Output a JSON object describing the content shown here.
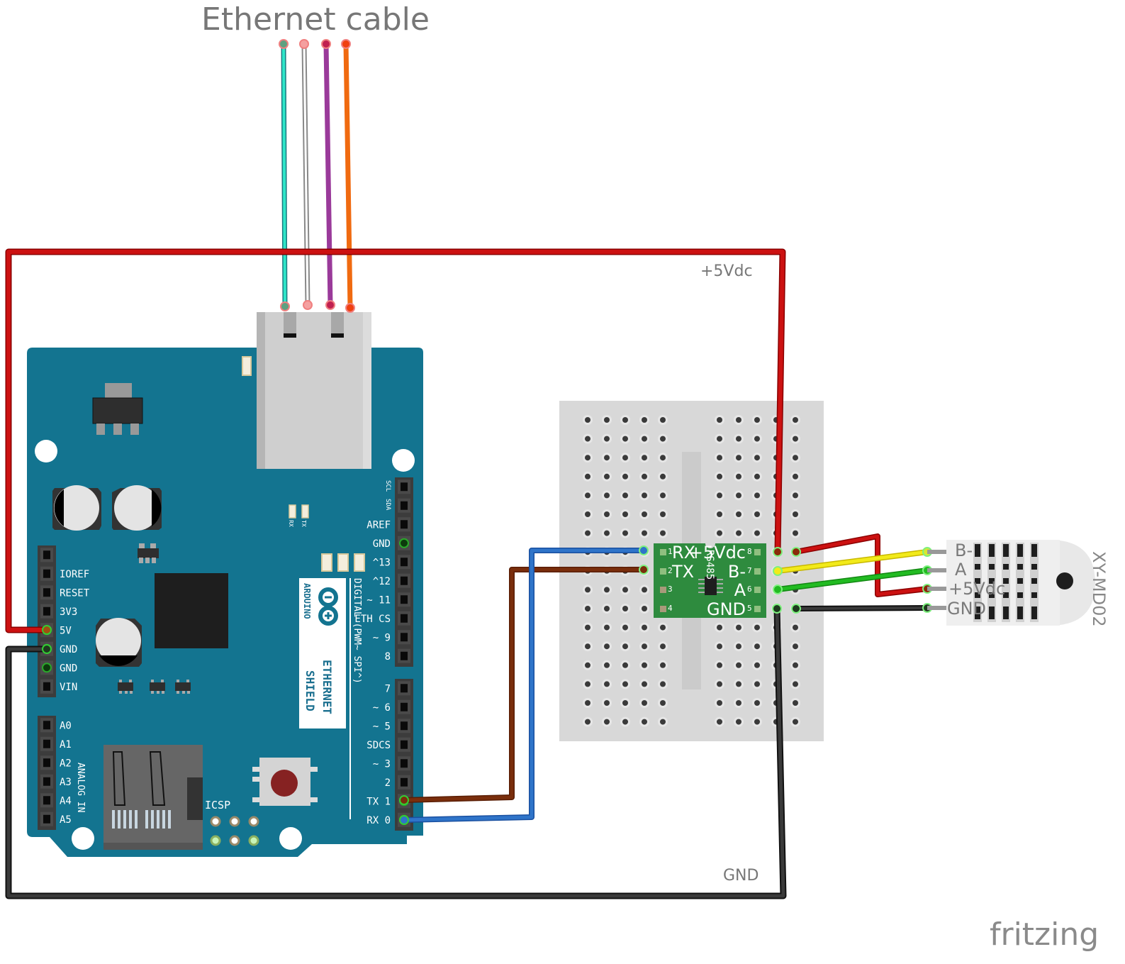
{
  "title": "Ethernet cable",
  "net_labels": {
    "power": "+5Vdc",
    "ground": "GND"
  },
  "colors": {
    "board": "#137490",
    "power_wire": "#cc1111",
    "ground_wire": "#222222",
    "tx_wire": "#7a2e0c",
    "rx_wire": "#2f74c9",
    "rs485_board": "#2e8b3e",
    "b_wire": "#f2ea1a",
    "a_wire": "#22bb22",
    "sensor_power_wire": "#cc1111",
    "sensor_ground_wire": "#222222",
    "ethernet_wires": [
      "#2ee6c8",
      "#c8c8c8",
      "#9a3a9a",
      "#f06a10"
    ]
  },
  "arduino": {
    "board_name_1": "ETHERNET",
    "board_name_2": "SHIELD",
    "brand": "ARDUINO",
    "digital_caption": "DIGITAL (PWM~ SPI^)",
    "analog_caption": "ANALOG IN",
    "icsp_label": "ICSP",
    "led_labels": [
      "RX",
      "TX"
    ],
    "i2c_labels": [
      "SCL",
      "SDA"
    ],
    "power_header": [
      "",
      "IOREF",
      "RESET",
      "3V3",
      "5V",
      "GND",
      "GND",
      "VIN"
    ],
    "analog_header": [
      "A0",
      "A1",
      "A2",
      "A3",
      "A4",
      "A5"
    ],
    "digital_header_top": [
      "",
      "",
      "AREF",
      "GND",
      "^13",
      "^12",
      "~ 11",
      "ETH CS",
      "~ 9",
      "8"
    ],
    "digital_header_bottom": [
      "7",
      "~ 6",
      "~ 5",
      "SDCS",
      "~ 3",
      "2",
      "TX 1",
      "RX 0"
    ]
  },
  "rs485_module": {
    "chip_label": "RS485",
    "left_pins": [
      {
        "num": "1",
        "label": "RX"
      },
      {
        "num": "2",
        "label": "TX"
      },
      {
        "num": "3",
        "label": ""
      },
      {
        "num": "4",
        "label": ""
      }
    ],
    "right_pins": [
      {
        "num": "8",
        "label": "+5Vdc"
      },
      {
        "num": "7",
        "label": "B-"
      },
      {
        "num": "6",
        "label": "A"
      },
      {
        "num": "5",
        "label": "GND"
      }
    ]
  },
  "sensor": {
    "name": "XY-MD02",
    "pins": [
      "B-",
      "A",
      "+5Vdc",
      "GND"
    ]
  },
  "logo": "fritzing"
}
